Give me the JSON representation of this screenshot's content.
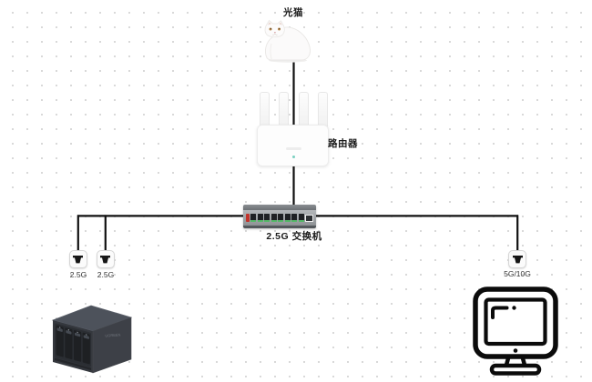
{
  "diagram": {
    "nodes": {
      "modem": {
        "label": "光猫",
        "icon": "white-cat-photo"
      },
      "router": {
        "label": "路由器",
        "icon": "wifi-router-4-antennas"
      },
      "switch": {
        "label": "2.5G 交换机",
        "icon": "8-port-switch",
        "ports": 8,
        "sfp_slots": 1
      },
      "port_left_1": {
        "label": "2.5G",
        "icon": "ethernet-wall-port"
      },
      "port_left_2": {
        "label": "2.5G",
        "icon": "ethernet-wall-port"
      },
      "port_right": {
        "label": "5G/10G",
        "icon": "ethernet-wall-port"
      },
      "nas": {
        "label": "",
        "icon": "4-bay-nas",
        "brand": "UGREEN"
      },
      "computer": {
        "label": "",
        "icon": "desktop-monitor-outline"
      }
    },
    "edges": [
      {
        "from": "modem",
        "to": "router"
      },
      {
        "from": "router",
        "to": "switch"
      },
      {
        "from": "switch",
        "to": "port_left_1"
      },
      {
        "from": "switch",
        "to": "port_left_2"
      },
      {
        "from": "switch",
        "to": "port_right"
      }
    ]
  },
  "colors": {
    "line": "#111111",
    "label": "#1a1a1a",
    "sub_label": "#333333",
    "port_led_green": "#56b868",
    "switch_logo_red": "#c2332b",
    "dot": "#d9d9d9"
  }
}
